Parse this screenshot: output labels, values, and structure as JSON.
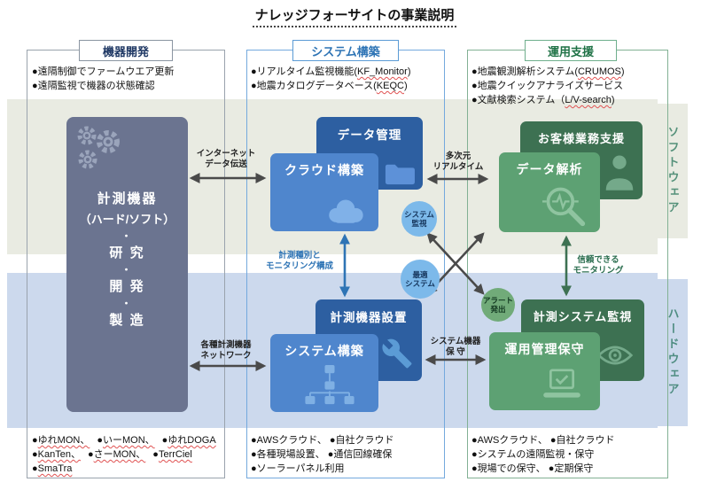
{
  "title": "ナレッジフォーサイトの事業説明",
  "bands": {
    "software": "ソフトウェア",
    "hardware": "ハードウェア"
  },
  "colors": {
    "slate_box": "#6b7490",
    "blue_dark": "#2d5fa1",
    "blue_mid": "#4f86cd",
    "blue_accent": "#2e74b5",
    "green_dark": "#3d7152",
    "green_mid": "#5da173",
    "green_accent": "#1e7145",
    "navy_text": "#1f3864",
    "band_software": "#e9ebe2",
    "band_hardware": "#ccd9ed",
    "circle_blue": "#7cb9ea",
    "circle_green": "#71ab79",
    "arrow_gray": "#4a4a4a",
    "squiggle_red": "#e05252"
  },
  "columns": {
    "dev": {
      "header": "機器開発",
      "top_bullets": [
        "●遠隔制御でファームウエア更新",
        "●遠隔監視で機器の状態確認"
      ],
      "device_box": [
        "計測機器",
        "（ハード/ソフト）",
        "・",
        "研 究",
        "・",
        "開 発",
        "・",
        "製 造"
      ],
      "products": [
        [
          {
            "m": "●",
            "t": "ゆれMON、"
          },
          {
            "m": "●",
            "t": "いーMON、"
          },
          {
            "m": "●",
            "t": "ゆれDOGA"
          }
        ],
        [
          {
            "m": "●",
            "t": "KanTen、"
          },
          {
            "m": "●",
            "t": "さーMON、"
          },
          {
            "m": "●",
            "t": "TerrCiel"
          }
        ],
        [
          {
            "m": "●",
            "t": "SmaTra"
          }
        ]
      ]
    },
    "build": {
      "header": "システム構築",
      "top_bullets": [
        {
          "s0": "●リアルタイム監視機能(",
          "s1": "KF_Monitor",
          "s2": ")"
        },
        {
          "s0": "●地震カタログデータベース(",
          "s1": "KEQC",
          "s2": ")"
        }
      ],
      "boxes": {
        "data_mgmt": "データ管理",
        "cloud": "クラウド構築",
        "install": "計測機器設置",
        "sysbuild": "システム構築"
      },
      "bottom_bullets": [
        "●AWSクラウド、 ●自社クラウド",
        "●各種現場設置、 ●通信回線確保",
        "●ソーラーパネル利用"
      ]
    },
    "ops": {
      "header": "運用支援",
      "top_bullets": [
        {
          "s0": "●地震観測解析システム(",
          "s1": "CRUMOS",
          "s2": ")"
        },
        {
          "s0": "●地震クイックアナライズサービス",
          "s1": "",
          "s2": ""
        },
        {
          "s0": "●文献検索システム（",
          "s1": "L/V-search",
          "s2": ")"
        }
      ],
      "boxes": {
        "support": "お客様業務支援",
        "analysis": "データ解析",
        "monitor": "計測システム監視",
        "maint": "運用管理保守"
      },
      "bottom_bullets": [
        "●AWSクラウド、 ●自社クラウド",
        "●システムの遠隔監視・保守",
        "●現場での保守、 ●定期保守"
      ]
    }
  },
  "labels": {
    "internet": [
      "インターネット",
      "データ伝送"
    ],
    "network": [
      "各種計測機器",
      "ネットワーク"
    ],
    "multidim": [
      "多次元",
      "リアルタイム"
    ],
    "sysmaint": [
      "システム機器",
      "保 守"
    ],
    "config": [
      "計測種別と",
      "モニタリング構成"
    ],
    "reliable": [
      "信頼できる",
      "モニタリング"
    ]
  },
  "circles": {
    "sys_monitor": [
      "システム",
      "監視"
    ],
    "optimal": [
      "最適",
      "システム"
    ],
    "alert": [
      "アラート",
      "発出"
    ]
  }
}
